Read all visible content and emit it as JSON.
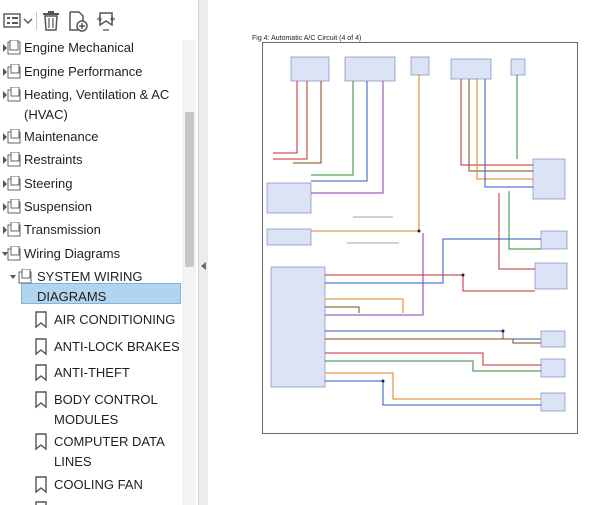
{
  "toolbar": {
    "buttons": [
      {
        "icon": "list-options-icon"
      },
      {
        "icon": "trash-icon"
      },
      {
        "icon": "add-bookmark-icon"
      },
      {
        "icon": "expand-bookmark-icon"
      }
    ]
  },
  "tree": {
    "items": [
      {
        "label": "Engine Mechanical"
      },
      {
        "label": "Engine Performance"
      },
      {
        "label": "Heating, Ventilation & AC",
        "label2": "(HVAC)"
      },
      {
        "label": "Maintenance"
      },
      {
        "label": "Restraints"
      },
      {
        "label": "Steering"
      },
      {
        "label": "Suspension"
      },
      {
        "label": "Transmission"
      },
      {
        "label": "Wiring Diagrams",
        "selected": true
      },
      {
        "label": "SYSTEM WIRING",
        "label2": "DIAGRAMS"
      }
    ],
    "children": [
      {
        "label": "AIR CONDITIONING"
      },
      {
        "label": "ANTI-LOCK BRAKES"
      },
      {
        "label": "ANTI-THEFT"
      },
      {
        "label": "BODY CONTROL",
        "label2": "MODULES"
      },
      {
        "label": "COMPUTER DATA",
        "label2": "LINES"
      },
      {
        "label": "COOLING FAN"
      }
    ]
  },
  "document": {
    "caption": "Fig 4: Automatic A/C Circuit (4 of 4)"
  },
  "colors": {
    "selection": "#b2d4ee",
    "component_fill": "#dde3f6",
    "wire_red": "#c8262c",
    "wire_orange": "#e07b1a",
    "wire_brown": "#7a4a12",
    "wire_blue": "#2c56b8",
    "wire_green": "#2a8a3a",
    "wire_violet": "#8a3ab0"
  }
}
